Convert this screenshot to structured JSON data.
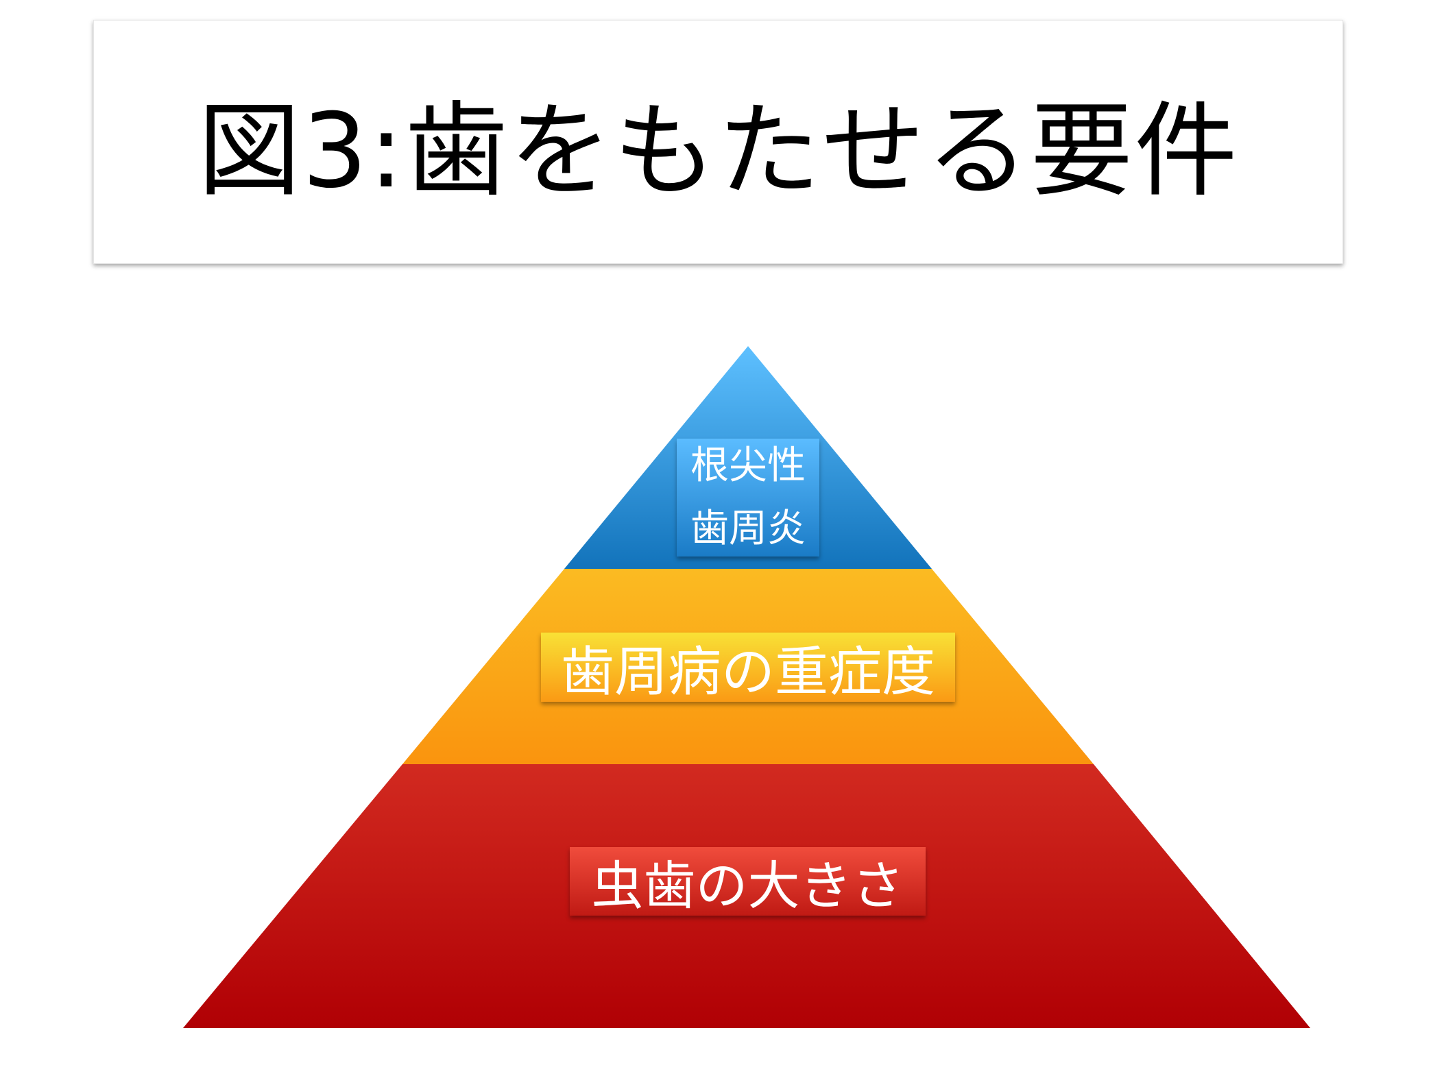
{
  "title": "図3:歯をもたせる要件",
  "pyramid": {
    "top": {
      "line1": "根尖性",
      "line2": "歯周炎",
      "color": "#1a7bc6"
    },
    "middle": {
      "label": "歯周病の重症度",
      "color": "#fa9a14"
    },
    "bottom": {
      "label": "虫歯の大きさ",
      "color": "#b20406"
    }
  }
}
